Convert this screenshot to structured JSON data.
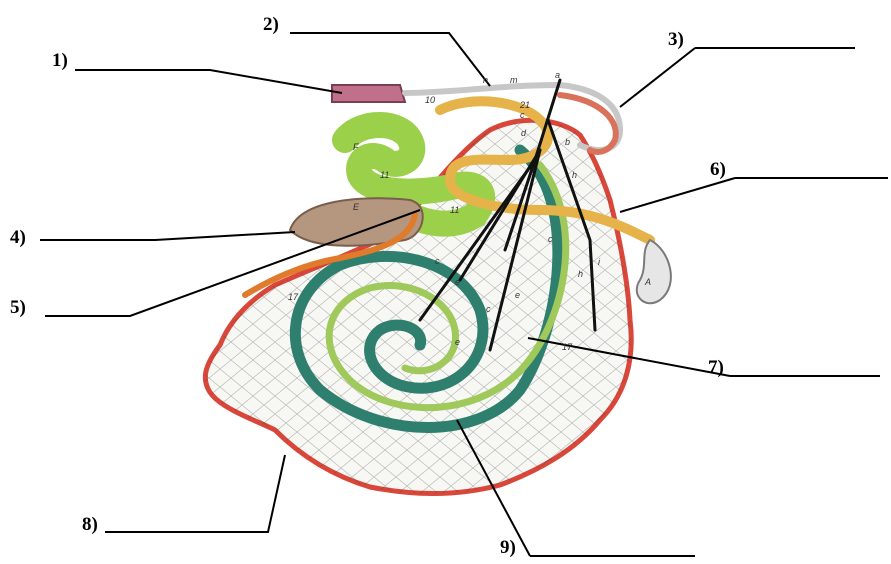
{
  "diagram": {
    "background_color": "#ffffff",
    "label_line_color": "#000000",
    "colors": {
      "mesentery_fill": "#f7f7f4",
      "mesentery_border": "#d9463a",
      "spiral_colon_outer": "#2f7f6f",
      "spiral_colon_inner": "#9fc95a",
      "small_intestine": "#9bd04a",
      "cecum": "#b59780",
      "ileum": "#e07b2b",
      "rectum": "#c0708a",
      "artery": "#111111",
      "yellow_loop": "#e5b34a",
      "red_loop": "#d9725a",
      "lymph_node": "#e6e6e6"
    },
    "callouts": [
      {
        "id": "1",
        "text": "1)"
      },
      {
        "id": "2",
        "text": "2)"
      },
      {
        "id": "3",
        "text": "3)"
      },
      {
        "id": "4",
        "text": "4)"
      },
      {
        "id": "5",
        "text": "5)"
      },
      {
        "id": "6",
        "text": "6)"
      },
      {
        "id": "7",
        "text": "7)"
      },
      {
        "id": "8",
        "text": "8)"
      },
      {
        "id": "9",
        "text": "9)"
      }
    ],
    "small_labels": {
      "a": "a",
      "b": "b",
      "c1": "c",
      "c2": "c",
      "c3": "c",
      "c4": "c",
      "d": "d",
      "e1": "e",
      "e2": "e",
      "e3": "e",
      "h1": "h",
      "h2": "h",
      "i": "i",
      "m": "m",
      "n": "n",
      "E": "E",
      "F": "F",
      "A": "A",
      "n10": "10",
      "n11a": "11",
      "n11b": "11",
      "n17a": "17",
      "n17b": "17",
      "n21": "21"
    }
  }
}
